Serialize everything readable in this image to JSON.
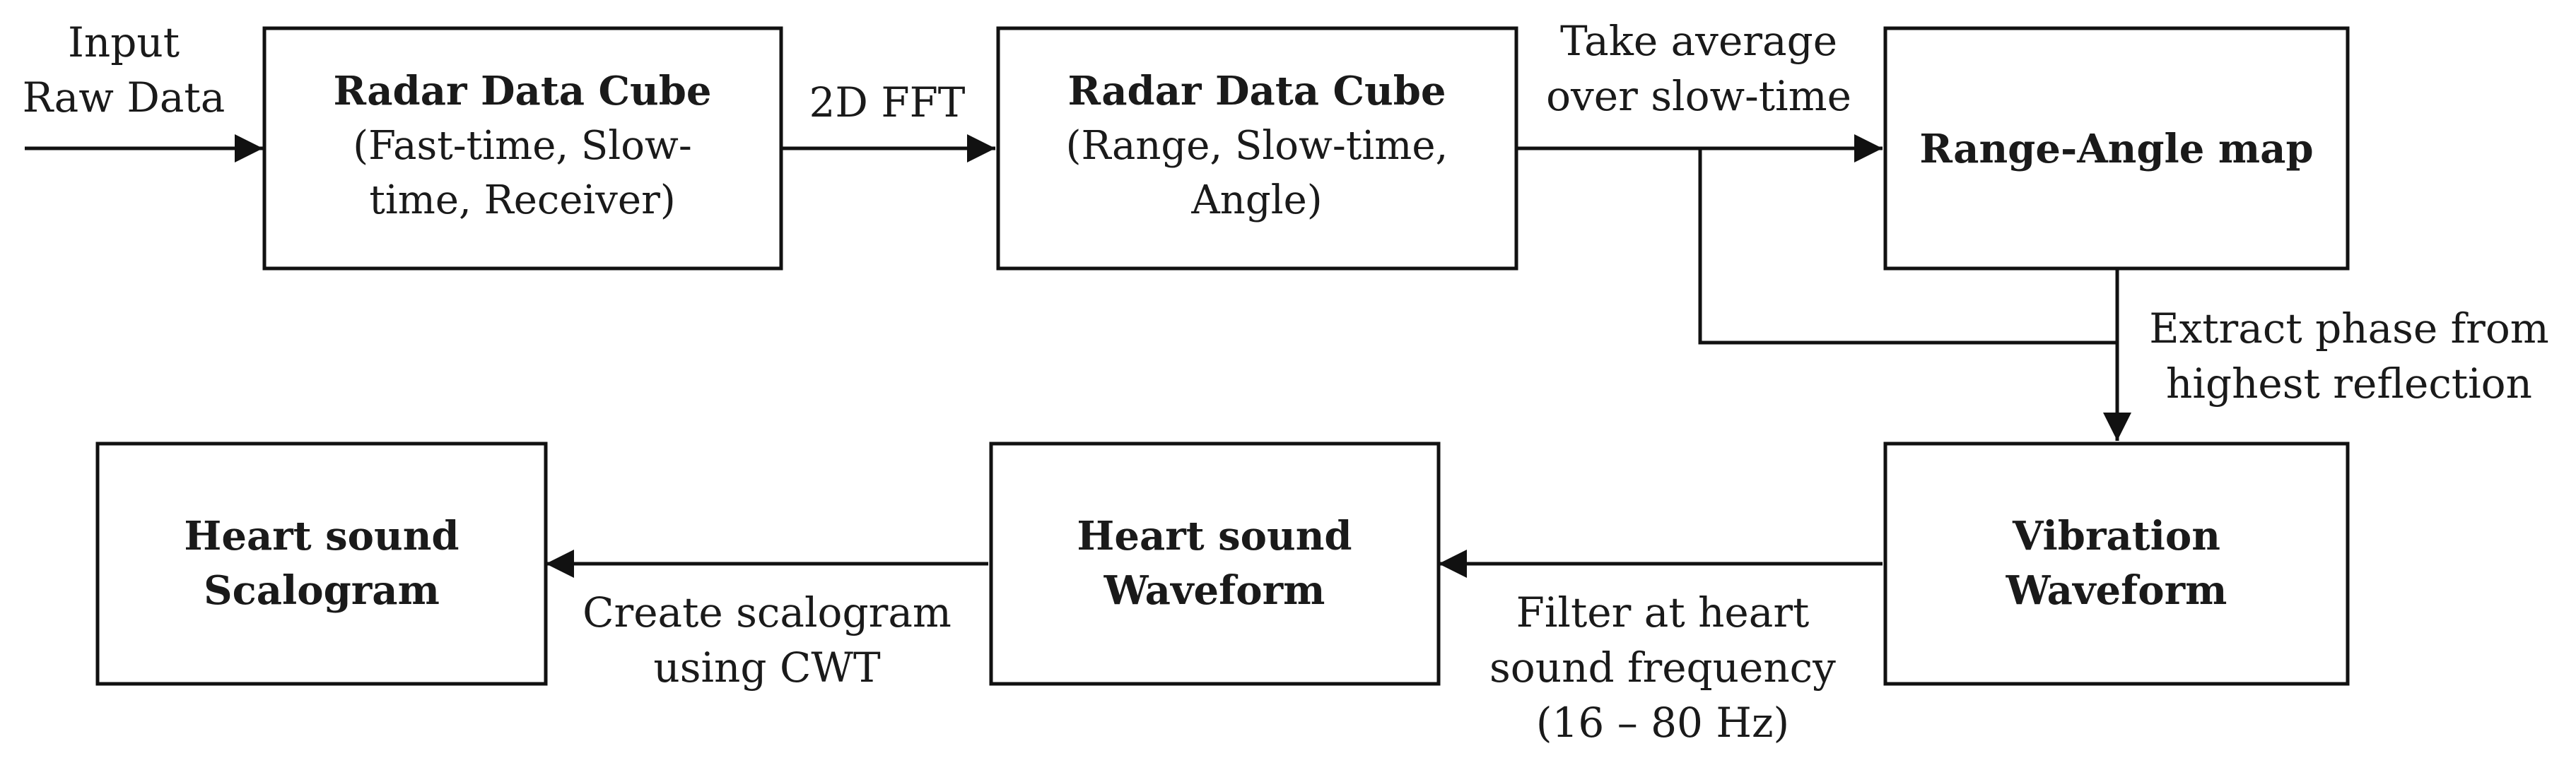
{
  "boxes": {
    "cube1": {
      "title": "Radar Data Cube",
      "line2": "(Fast-time, Slow-",
      "line3": "time, Receiver)"
    },
    "cube2": {
      "title": "Radar Data Cube",
      "line2": "(Range, Slow-time,",
      "line3": "Angle)"
    },
    "range_angle": {
      "title": "Range-Angle map"
    },
    "vibration": {
      "line1": "Vibration",
      "line2": "Waveform"
    },
    "hs_waveform": {
      "line1": "Heart sound",
      "line2": "Waveform"
    },
    "hs_scalogram": {
      "line1": "Heart sound",
      "line2": "Scalogram"
    }
  },
  "labels": {
    "input": {
      "line1": "Input",
      "line2": "Raw Data"
    },
    "fft": "2D FFT",
    "average": {
      "line1": "Take average",
      "line2": "over slow-time"
    },
    "extract": {
      "line1": "Extract phase from",
      "line2": "highest reflection"
    },
    "filter": {
      "line1": "Filter at heart",
      "line2": "sound frequency",
      "line3": "(16 – 80 Hz)"
    },
    "scalogram": {
      "line1": "Create scalogram",
      "line2": "using CWT"
    }
  },
  "colors": {
    "stroke": "#111111",
    "text": "#1a1a1a",
    "background": "#ffffff"
  }
}
